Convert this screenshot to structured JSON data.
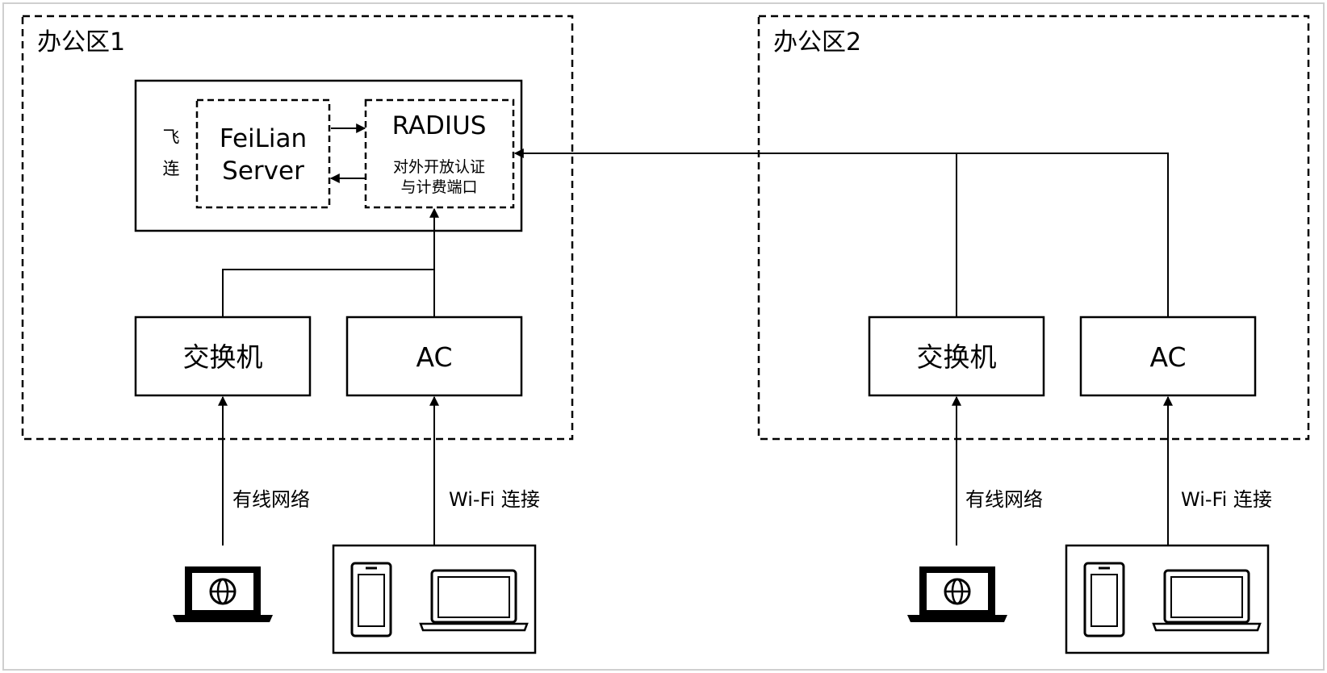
{
  "office1": {
    "title": "办公区1",
    "server": {
      "vendor": [
        "飞",
        "连"
      ],
      "feilian": [
        "FeiLian",
        "Server"
      ],
      "radius_title": "RADIUS",
      "radius_desc": [
        "对外开放认证",
        "与计费端口"
      ]
    },
    "switch": "交换机",
    "ac": "AC",
    "wired_label": "有线网络",
    "wifi_label": "Wi-Fi 连接"
  },
  "office2": {
    "title": "办公区2",
    "switch": "交换机",
    "ac": "AC",
    "wired_label": "有线网络",
    "wifi_label": "Wi-Fi 连接"
  },
  "icons": {
    "wired_device": "laptop-globe-icon",
    "wireless_devices": [
      "phone-icon",
      "laptop-icon"
    ]
  }
}
